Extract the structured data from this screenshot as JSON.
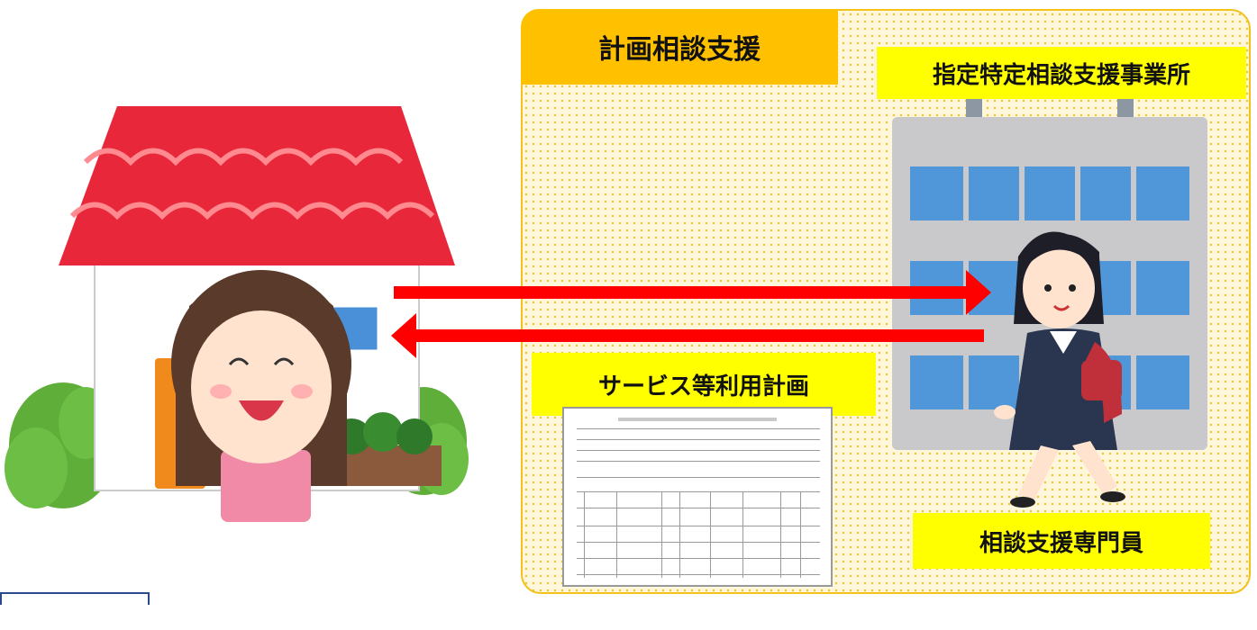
{
  "labels": {
    "support_title": "計画相談支援",
    "office": "指定特定相談支援事業所",
    "plan": "サービス等利用計画",
    "staff": "相談支援専門員"
  },
  "icons": {
    "house": "house-icon",
    "resident": "woman-smiling-icon",
    "building": "office-building-icon",
    "consultant": "businesswoman-icon",
    "document": "plan-document-icon",
    "arrow_right": "arrow-right-icon",
    "arrow_left": "arrow-left-icon"
  },
  "colors": {
    "panel_border": "#f2c21b",
    "title_tab": "#ffc000",
    "label_bg": "#ffff00",
    "arrow": "#ff0000",
    "roof": "#e8283a"
  }
}
